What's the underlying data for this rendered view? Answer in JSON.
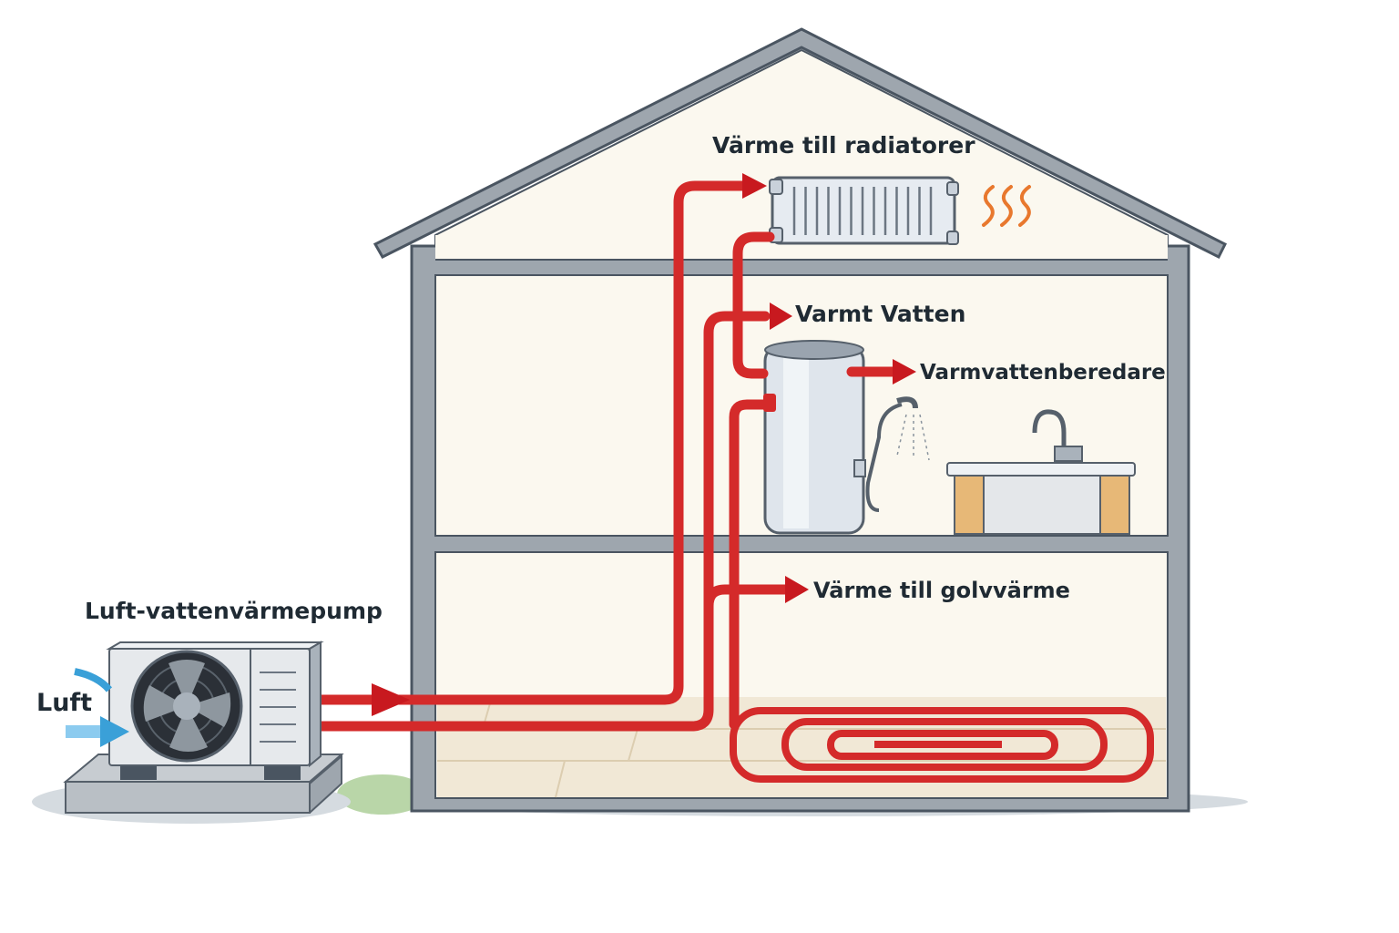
{
  "labels": {
    "heat_pump": "Luft-vattenvärmepump",
    "air": "Luft",
    "radiators": "Värme till radiatorer",
    "hot_water": "Varmt Vatten",
    "water_heater": "Varmvattenberedare",
    "floor_heating": "Värme till golvvärme"
  },
  "colors": {
    "pipe": "#d42a2a",
    "wall": "#9ea6ae",
    "outline": "#4a5561",
    "interior": "#fbf8ef",
    "air_arrow": "#3aa0d8",
    "heat_waves": "#e8782e"
  }
}
